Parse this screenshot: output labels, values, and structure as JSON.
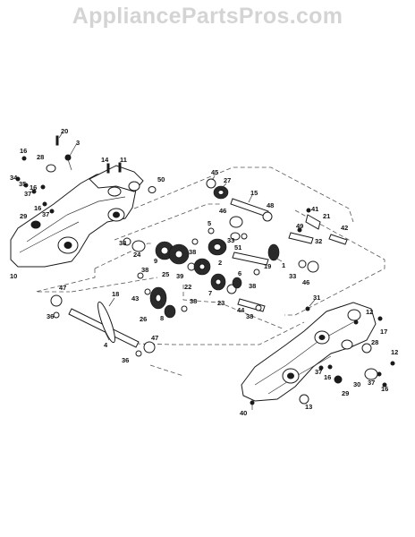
{
  "watermark": "AppliancePartsPros.com",
  "callouts": [
    {
      "id": "c20a",
      "text": "20"
    },
    {
      "id": "c3",
      "text": "3"
    },
    {
      "id": "c16a",
      "text": "16"
    },
    {
      "id": "c28a",
      "text": "28"
    },
    {
      "id": "c34",
      "text": "34"
    },
    {
      "id": "c35",
      "text": "35"
    },
    {
      "id": "c37a",
      "text": "37"
    },
    {
      "id": "c16b",
      "text": "16"
    },
    {
      "id": "c16c",
      "text": "16"
    },
    {
      "id": "c37b",
      "text": "37"
    },
    {
      "id": "c29a",
      "text": "29"
    },
    {
      "id": "c10",
      "text": "10"
    },
    {
      "id": "c14",
      "text": "14"
    },
    {
      "id": "c11",
      "text": "11"
    },
    {
      "id": "c50",
      "text": "50"
    },
    {
      "id": "c45",
      "text": "45"
    },
    {
      "id": "c27",
      "text": "27"
    },
    {
      "id": "c15",
      "text": "15"
    },
    {
      "id": "c48",
      "text": "48"
    },
    {
      "id": "c41",
      "text": "41"
    },
    {
      "id": "c21",
      "text": "21"
    },
    {
      "id": "c49",
      "text": "49"
    },
    {
      "id": "c32",
      "text": "32"
    },
    {
      "id": "c42",
      "text": "42"
    },
    {
      "id": "c46a",
      "text": "46"
    },
    {
      "id": "c33a",
      "text": "33"
    },
    {
      "id": "c51",
      "text": "51"
    },
    {
      "id": "c5",
      "text": "5"
    },
    {
      "id": "c2",
      "text": "2"
    },
    {
      "id": "c19",
      "text": "19"
    },
    {
      "id": "c1",
      "text": "1"
    },
    {
      "id": "c33b",
      "text": "33"
    },
    {
      "id": "c46b",
      "text": "46"
    },
    {
      "id": "c38a",
      "text": "38"
    },
    {
      "id": "c24",
      "text": "24"
    },
    {
      "id": "c9",
      "text": "9"
    },
    {
      "id": "c25",
      "text": "25"
    },
    {
      "id": "c38b",
      "text": "38"
    },
    {
      "id": "c39",
      "text": "39"
    },
    {
      "id": "c22",
      "text": "22"
    },
    {
      "id": "c7",
      "text": "7"
    },
    {
      "id": "c23",
      "text": "23"
    },
    {
      "id": "c6",
      "text": "6"
    },
    {
      "id": "c38c",
      "text": "38"
    },
    {
      "id": "c44",
      "text": "44"
    },
    {
      "id": "c38d",
      "text": "38"
    },
    {
      "id": "c47a",
      "text": "47"
    },
    {
      "id": "c36a",
      "text": "36"
    },
    {
      "id": "c18",
      "text": "18"
    },
    {
      "id": "c38e",
      "text": "38"
    },
    {
      "id": "c43",
      "text": "43"
    },
    {
      "id": "c26",
      "text": "26"
    },
    {
      "id": "c8",
      "text": "8"
    },
    {
      "id": "c38f",
      "text": "38"
    },
    {
      "id": "c4",
      "text": "4"
    },
    {
      "id": "c47b",
      "text": "47"
    },
    {
      "id": "c36b",
      "text": "36"
    },
    {
      "id": "c31",
      "text": "31"
    },
    {
      "id": "c12a",
      "text": "12"
    },
    {
      "id": "c17",
      "text": "17"
    },
    {
      "id": "c28b",
      "text": "28"
    },
    {
      "id": "c12b",
      "text": "12"
    },
    {
      "id": "c37c",
      "text": "37"
    },
    {
      "id": "c16d",
      "text": "16"
    },
    {
      "id": "c30",
      "text": "30"
    },
    {
      "id": "c29b",
      "text": "29"
    },
    {
      "id": "c16e",
      "text": "16"
    },
    {
      "id": "c37d",
      "text": "37"
    },
    {
      "id": "c13",
      "text": "13"
    },
    {
      "id": "c40",
      "text": "40"
    }
  ]
}
